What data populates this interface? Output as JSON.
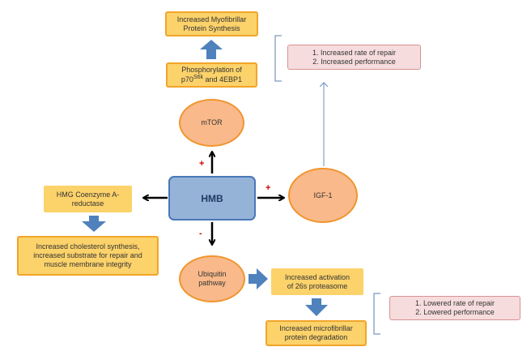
{
  "center": {
    "label": "HMB"
  },
  "mtor": {
    "label": "mTOR"
  },
  "igf": {
    "label": "IGF-1"
  },
  "ubiquitin": {
    "line1": "Ubiquitin",
    "line2": "pathway"
  },
  "phosphorylation": {
    "line1": "Phosphorylation of",
    "line2_pre": "p70",
    "line2_sup": "S6k",
    "line2_post": " and 4EBP1"
  },
  "myofibrillar": {
    "line1": "Increased Myofibrillar",
    "line2": "Protein Synthesis"
  },
  "repair_increase": {
    "line1": "1. Increased rate of repair",
    "line2": "2. Increased performance"
  },
  "hmg": {
    "line1": "HMG Coenzyme A-",
    "line2": "reductase"
  },
  "cholesterol": {
    "line1": "Increased cholesterol synthesis,",
    "line2": "increased substrate for repair and",
    "line3": "muscle membrane integrity"
  },
  "proteasome": {
    "line1": "Increased activation",
    "line2": "of 26s proteasome"
  },
  "degradation": {
    "line1": "Increased microfibrillar",
    "line2": "protein degradation"
  },
  "repair_decrease": {
    "line1": "1. Lowered rate of repair",
    "line2": "2. Lowered performance"
  },
  "signs": {
    "mtor": "+",
    "igf": "+",
    "ubiquitin": "-"
  },
  "colors": {
    "box_fill": "#fcd26a",
    "box_border": "#f1a52a",
    "ellipse_fill": "#f9b98a",
    "hmb_fill": "#95b3d7",
    "outcome_fill": "#f6dcdc",
    "block_arrow": "#4f81bd"
  }
}
